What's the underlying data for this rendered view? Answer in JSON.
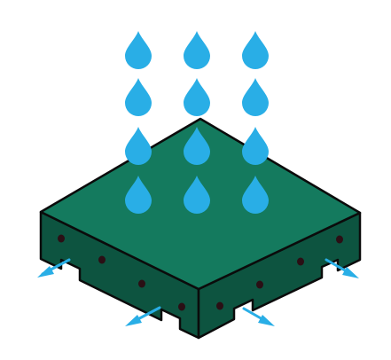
{
  "colors": {
    "background": "#ffffff",
    "tile_top": "#147a5e",
    "tile_side": "#0d5440",
    "outline": "#0b0b0b",
    "drainage_hole": "#2b0f15",
    "water_drop": "#29aee6",
    "drain_arrow": "#29aee6"
  },
  "icons": {
    "drop": "water-drop-icon",
    "arrow": "drain-arrow-icon"
  },
  "drops": {
    "rows": 4,
    "columns": 3,
    "count": 12
  },
  "drain_arrows": {
    "count": 4
  }
}
